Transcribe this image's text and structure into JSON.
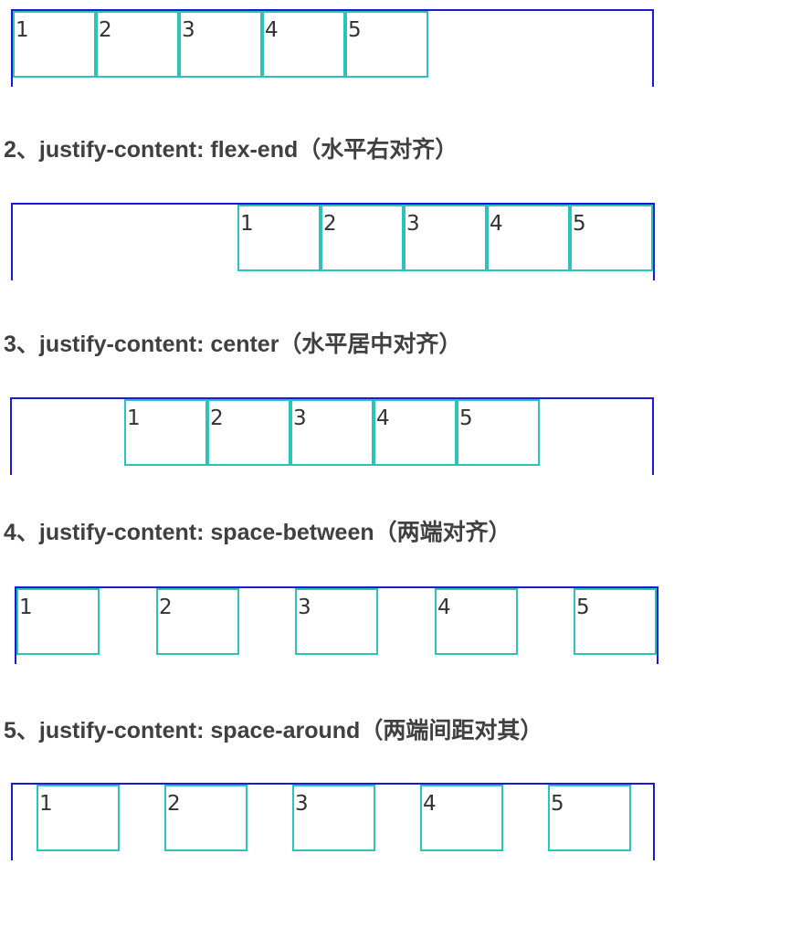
{
  "colors": {
    "container_border": "#1a1ad9",
    "item_border": "#2cc3b8",
    "heading_text": "#404040"
  },
  "sections": [
    {
      "heading": "",
      "items": [
        "1",
        "2",
        "3",
        "4",
        "5"
      ]
    },
    {
      "heading": "2、justify-content: flex-end（水平右对齐）",
      "items": [
        "1",
        "2",
        "3",
        "4",
        "5"
      ]
    },
    {
      "heading": "3、justify-content: center（水平居中对齐）",
      "items": [
        "1",
        "2",
        "3",
        "4",
        "5"
      ]
    },
    {
      "heading": "4、justify-content: space-between（两端对齐）",
      "items": [
        "1",
        "2",
        "3",
        "4",
        "5"
      ]
    },
    {
      "heading": "5、justify-content: space-around（两端间距对其）",
      "items": [
        "1",
        "2",
        "3",
        "4",
        "5"
      ]
    }
  ]
}
